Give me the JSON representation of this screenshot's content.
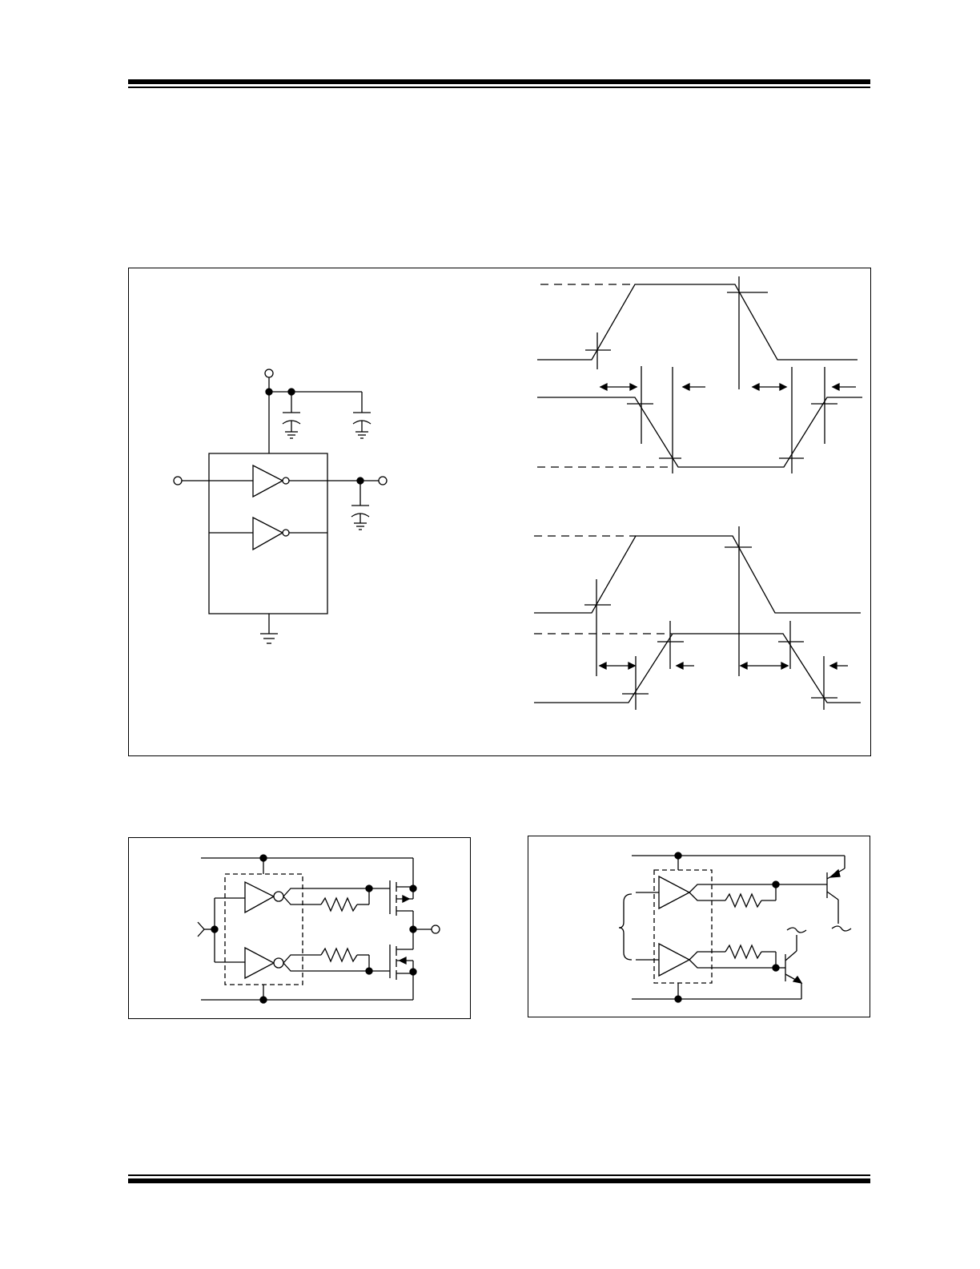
{
  "colors": {
    "ink": "#000000",
    "paper": "#ffffff"
  },
  "figures": [
    {
      "id": "test-circuit-and-timing",
      "content": "schematic-and-waveforms"
    },
    {
      "id": "mosfet-driver-application",
      "content": "schematic"
    },
    {
      "id": "bipolar-driver-application",
      "content": "schematic"
    }
  ],
  "icons": [
    "inverter-icon",
    "capacitor-icon",
    "ground-icon",
    "resistor-icon",
    "nmos-icon",
    "pmos-icon",
    "npn-icon",
    "pnp-icon",
    "terminal-icon",
    "junction-dot-icon"
  ]
}
